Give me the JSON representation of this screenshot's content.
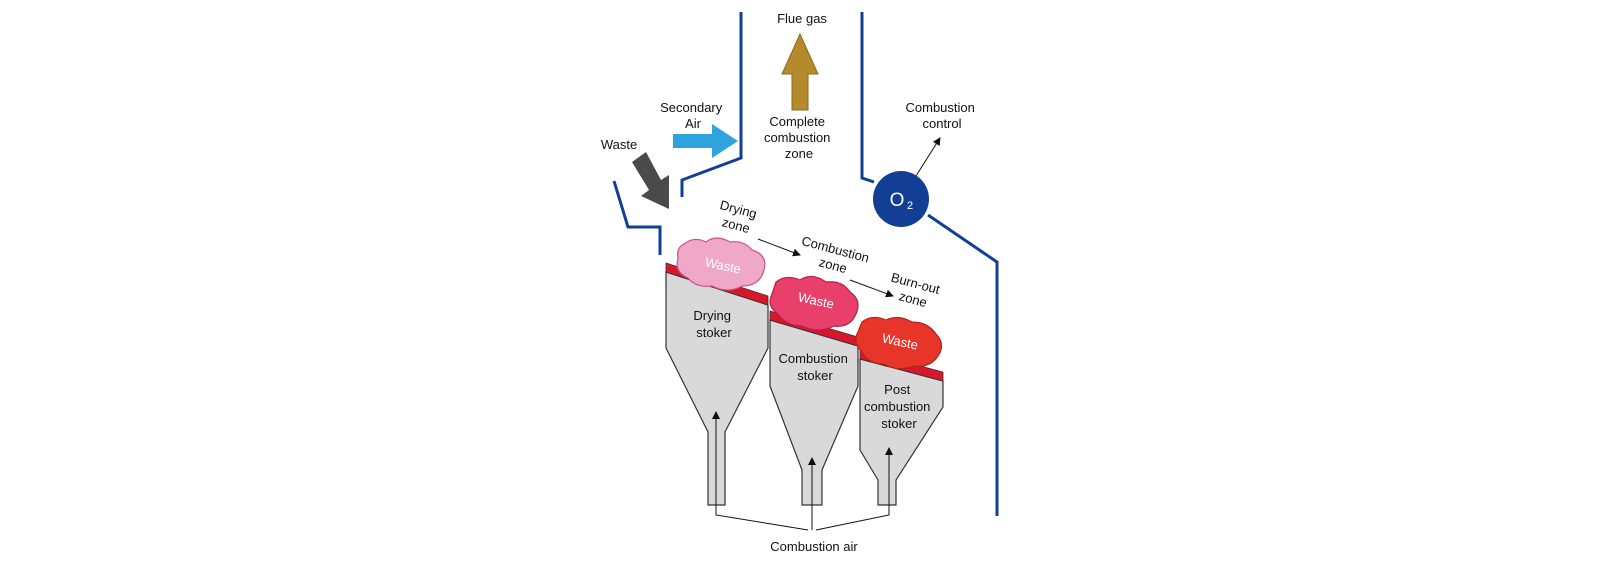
{
  "colors": {
    "wall": "#123f95",
    "stoker_fill": "#d9d9d9",
    "grate_red": "#d9172a",
    "flue_arrow": "#b58a2a",
    "secondary_air_arrow": "#2fa3de",
    "waste_arrow": "#4a4a4a",
    "o2_circle": "#123f95",
    "waste_drying": "#f0a8c8",
    "waste_combustion": "#e8406a",
    "waste_burnout": "#e8352a"
  },
  "labels": {
    "flue_gas": "Flue gas",
    "secondary_air": [
      "Secondary",
      "Air"
    ],
    "complete_combustion_zone": [
      "Complete",
      "combustion",
      "zone"
    ],
    "waste": "Waste",
    "combustion_control": [
      "Combustion",
      "control"
    ],
    "o2": "O",
    "o2_sub": "2",
    "drying_zone": [
      "Drying",
      "zone"
    ],
    "combustion_zone": [
      "Combustion",
      "zone"
    ],
    "burnout_zone": [
      "Burn-out",
      "zone"
    ],
    "drying_stoker": [
      "Drying",
      "stoker"
    ],
    "combustion_stoker": [
      "Combustion",
      "stoker"
    ],
    "post_combustion_stoker": [
      "Post",
      "combustion",
      "stoker"
    ],
    "combustion_air": "Combustion air",
    "waste_pile_1": "Waste",
    "waste_pile_2": "Waste",
    "waste_pile_3": "Waste"
  },
  "icons": {
    "flue_arrow": "up-arrow-icon",
    "secondary_air_arrow": "right-arrow-icon",
    "waste_arrow": "down-right-arrow-icon"
  }
}
